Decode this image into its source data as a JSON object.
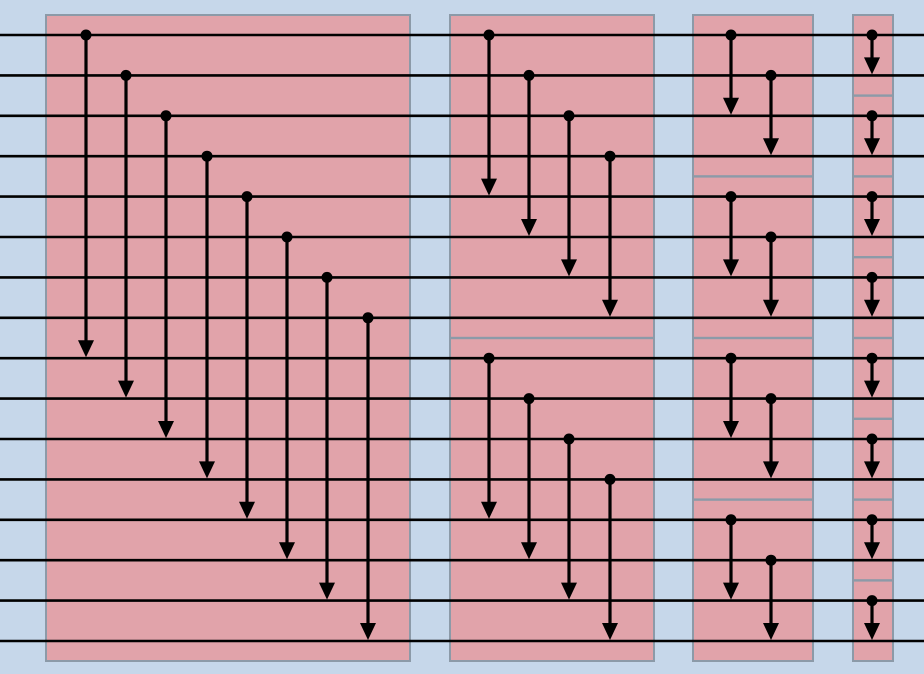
{
  "diagram": {
    "type": "sorting-network",
    "wire_count": 16,
    "colors": {
      "background": "#c6d7ea",
      "stage_fill": "#e1a3aa",
      "stage_border": "#8c9aa8",
      "wire": "#000000",
      "comparator": "#000000"
    },
    "stages": [
      {
        "name": "stage-1",
        "groups": [
          [
            0,
            15
          ]
        ],
        "comparators": [
          [
            0,
            8
          ],
          [
            1,
            9
          ],
          [
            2,
            10
          ],
          [
            3,
            11
          ],
          [
            4,
            12
          ],
          [
            5,
            13
          ],
          [
            6,
            14
          ],
          [
            7,
            15
          ]
        ]
      },
      {
        "name": "stage-2",
        "groups": [
          [
            0,
            7
          ],
          [
            8,
            15
          ]
        ],
        "comparators": [
          [
            0,
            4
          ],
          [
            1,
            5
          ],
          [
            2,
            6
          ],
          [
            3,
            7
          ],
          [
            8,
            12
          ],
          [
            9,
            13
          ],
          [
            10,
            14
          ],
          [
            11,
            15
          ]
        ]
      },
      {
        "name": "stage-3",
        "groups": [
          [
            0,
            3
          ],
          [
            4,
            7
          ],
          [
            8,
            11
          ],
          [
            12,
            15
          ]
        ],
        "comparators": [
          [
            0,
            2
          ],
          [
            1,
            3
          ],
          [
            4,
            6
          ],
          [
            5,
            7
          ],
          [
            8,
            10
          ],
          [
            9,
            11
          ],
          [
            12,
            14
          ],
          [
            13,
            15
          ]
        ]
      },
      {
        "name": "stage-4",
        "groups": [
          [
            0,
            1
          ],
          [
            2,
            3
          ],
          [
            4,
            5
          ],
          [
            6,
            7
          ],
          [
            8,
            9
          ],
          [
            10,
            11
          ],
          [
            12,
            13
          ],
          [
            14,
            15
          ]
        ],
        "comparators": [
          [
            0,
            1
          ],
          [
            2,
            3
          ],
          [
            4,
            5
          ],
          [
            6,
            7
          ],
          [
            8,
            9
          ],
          [
            10,
            11
          ],
          [
            12,
            13
          ],
          [
            14,
            15
          ]
        ]
      }
    ]
  }
}
